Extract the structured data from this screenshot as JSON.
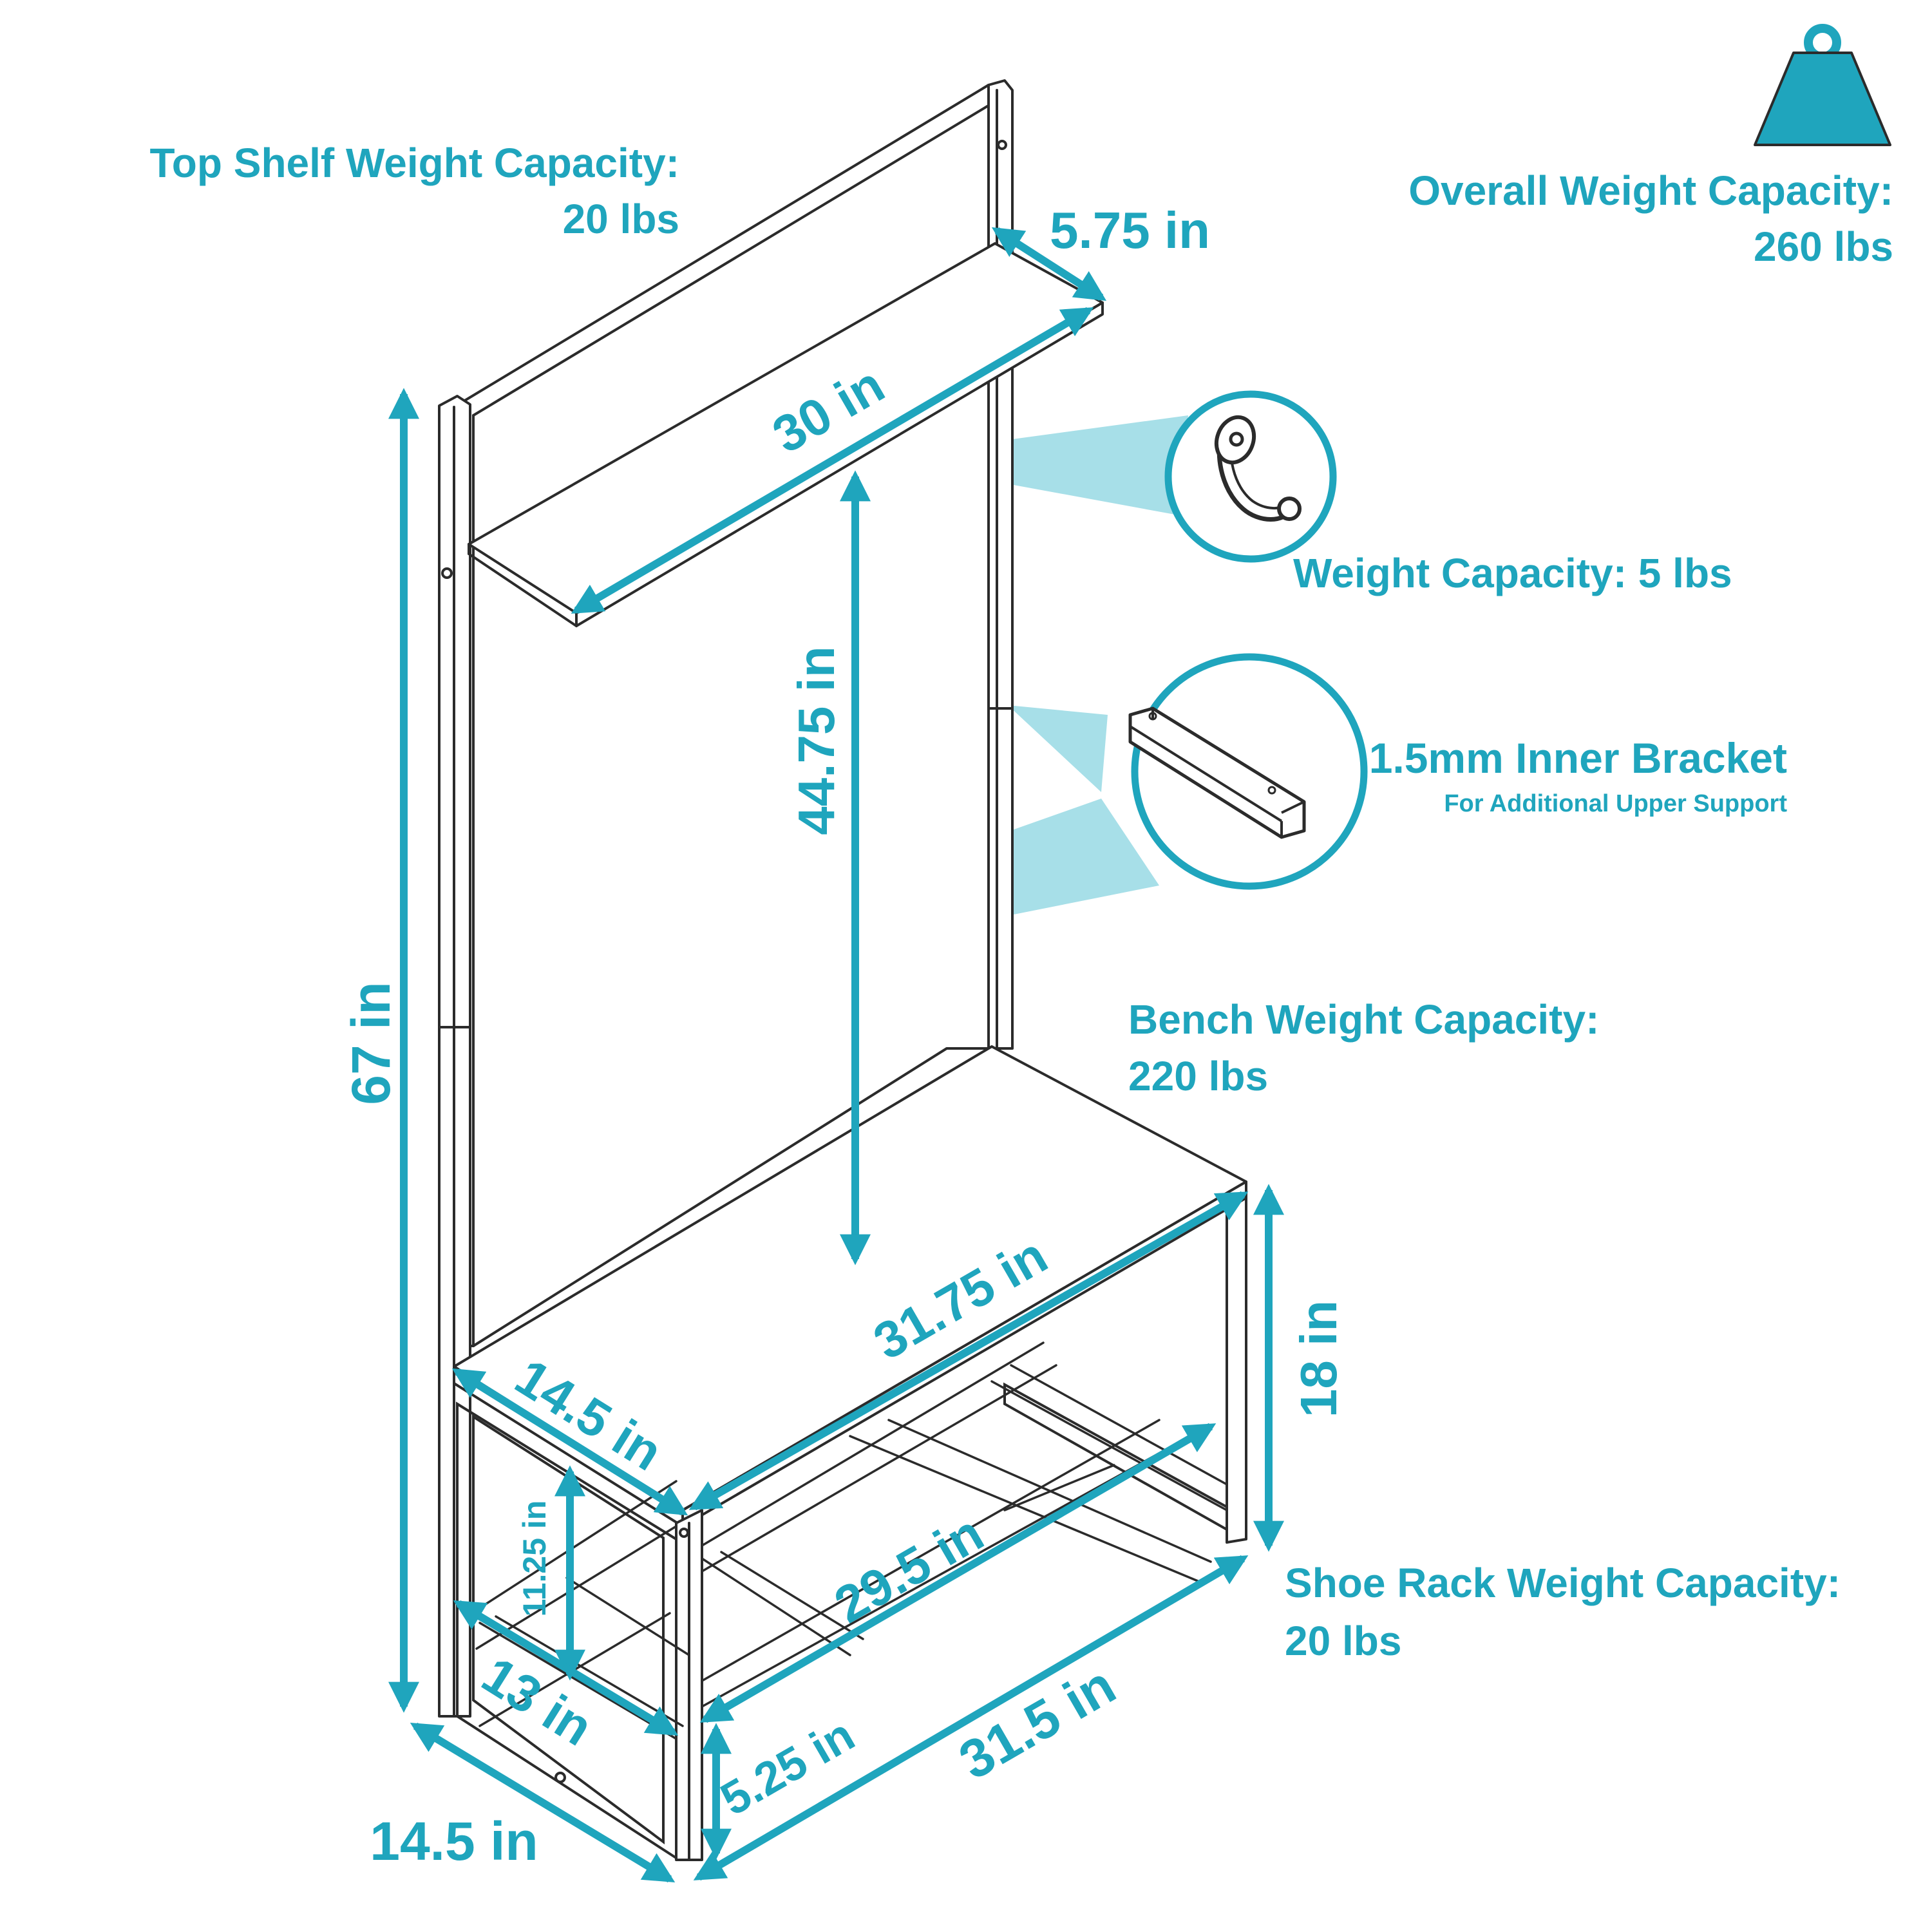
{
  "colors": {
    "accent": "#1fa5bd",
    "beam": "#a7dfe8",
    "line": "#2b2b2b"
  },
  "icons": {
    "weight": "weight-icon",
    "hook": "hook-icon",
    "bracket": "bracket-icon"
  },
  "labels": {
    "top_shelf_title": "Top Shelf Weight Capacity:",
    "top_shelf_value": "20 lbs",
    "overall_title": "Overall Weight Capacity:",
    "overall_value": "260 lbs",
    "hook_capacity": "Weight Capacity: 5 lbs",
    "bracket_title": "1.5mm Inner Bracket",
    "bracket_subtitle": "For Additional Upper Support",
    "bench_title": "Bench Weight Capacity:",
    "bench_value": "220 lbs",
    "shoe_rack_title": "Shoe Rack Weight Capacity:",
    "shoe_rack_value": "20 lbs"
  },
  "dimensions": {
    "shelf_depth": "5.75 in",
    "shelf_width": "30 in",
    "hook_to_bench": "44.75 in",
    "overall_height": "67 in",
    "bench_width": "31.75 in",
    "bench_depth": "14.5 in",
    "bench_height": "18 in",
    "rack_width": "29.5 in",
    "rack_gap": "11.25 in",
    "rack_depth": "13 in",
    "foot_height": "5.25 in",
    "base_width": "31.5 in",
    "base_depth": "14.5 in"
  }
}
